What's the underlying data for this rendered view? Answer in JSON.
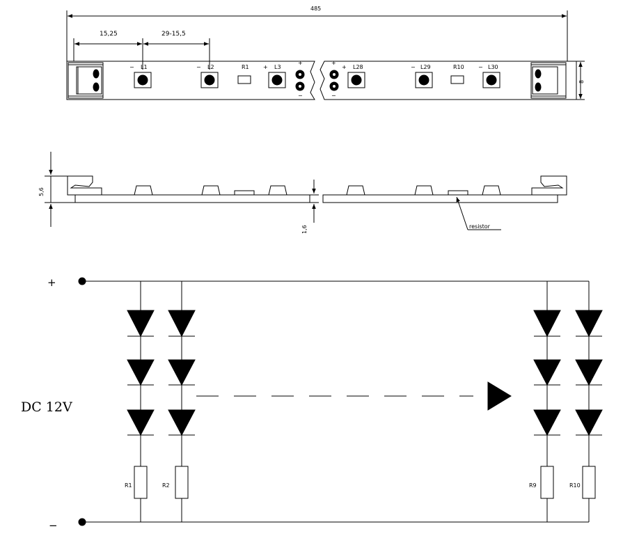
{
  "top_view": {
    "total_length": "485",
    "pitch_first": "15,25",
    "pitch_second": "29-15,5",
    "height": "8",
    "left_labels": {
      "l1": "L1",
      "l2": "L2",
      "r1": "R1",
      "l3": "L3"
    },
    "right_labels": {
      "l28": "L28",
      "l29": "L29",
      "r10": "R10",
      "l30": "L30"
    },
    "plus": "+",
    "minus": "−"
  },
  "side_view": {
    "height_total": "5,6",
    "pcb_thickness": "1,6",
    "resistor_label": "resistor"
  },
  "schematic": {
    "supply_label": "DC 12V",
    "plus": "+",
    "minus": "−",
    "resistors": [
      "R1",
      "R2",
      "R9",
      "R10"
    ]
  }
}
